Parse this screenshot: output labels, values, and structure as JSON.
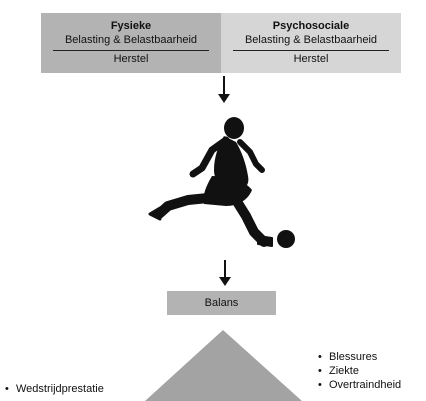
{
  "physical": {
    "title": "Fysieke",
    "load": "Belasting & Belastbaarheid",
    "recovery": "Herstel"
  },
  "psychosocial": {
    "title": "Psychosociale",
    "load": "Belasting & Belastbaarheid",
    "recovery": "Herstel"
  },
  "balance": {
    "label": "Balans"
  },
  "outcomes_left": [
    "Wedstrijdprestatie"
  ],
  "outcomes_right": [
    "Blessures",
    "Ziekte",
    "Overtraindheid"
  ],
  "icons": {
    "player": "football-player-kicking-icon",
    "ball": "football-icon",
    "arrow": "arrow-down-icon",
    "seesaw": "triangle-fulcrum-icon"
  },
  "colors": {
    "physical_box": "#b3b3b3",
    "psychosocial_box": "#d6d6d6",
    "balance_box": "#b3b3b3",
    "silhouette": "#111111",
    "fulcrum": "#a3a3a3"
  }
}
